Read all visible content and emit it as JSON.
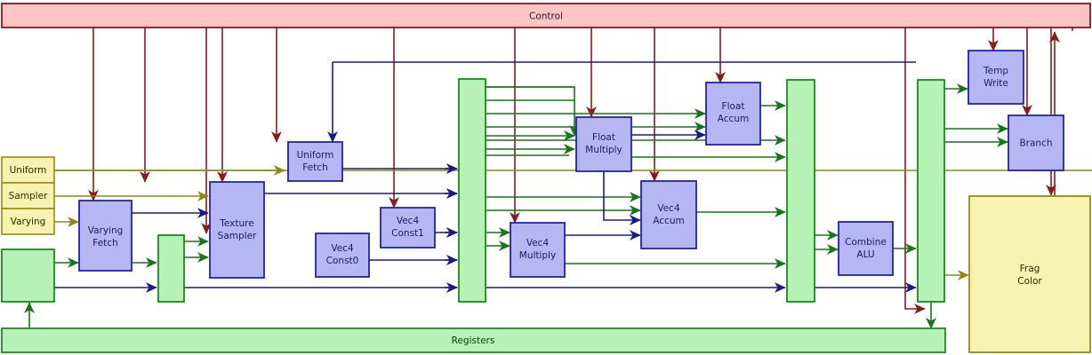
{
  "diagram": {
    "title_bar": {
      "label": "Control",
      "color": "#ffc4c4",
      "stroke": "#8b1a1a"
    },
    "registers_bar": {
      "label": "Registers",
      "color": "#b6f2b6",
      "stroke": "#1a8c1a"
    },
    "palette": {
      "blue_fill": "#b6b6f2",
      "blue_stroke": "#2222aa",
      "green_fill": "#b6f2b6",
      "green_stroke": "#1a8c1a",
      "yellow_fill": "#f6f2b0",
      "yellow_stroke": "#9a8c10",
      "red_line": "#8b1a1a",
      "green_line": "#147814",
      "blue_line": "#1a1a8b",
      "olive_line": "#8b8b10"
    },
    "inputs": [
      {
        "label": "Uniform",
        "kind": "yellow"
      },
      {
        "label": "Sampler",
        "kind": "yellow"
      },
      {
        "label": "Varying",
        "kind": "yellow"
      }
    ],
    "units": [
      {
        "id": "varying-fetch",
        "label_lines": [
          "Varying",
          "Fetch"
        ],
        "kind": "blue"
      },
      {
        "id": "texture-sampler",
        "label_lines": [
          "Texture",
          "Sampler"
        ],
        "kind": "blue"
      },
      {
        "id": "uniform-fetch",
        "label_lines": [
          "Uniform",
          "Fetch"
        ],
        "kind": "blue"
      },
      {
        "id": "vec4-const0",
        "label_lines": [
          "Vec4",
          "Const0"
        ],
        "kind": "blue"
      },
      {
        "id": "vec4-const1",
        "label_lines": [
          "Vec4",
          "Const1"
        ],
        "kind": "blue"
      },
      {
        "id": "vec4-multiply",
        "label_lines": [
          "Vec4",
          "Multiply"
        ],
        "kind": "blue"
      },
      {
        "id": "float-multiply",
        "label_lines": [
          "Float",
          "Multiply"
        ],
        "kind": "blue"
      },
      {
        "id": "float-accum",
        "label_lines": [
          "Float",
          "Accum"
        ],
        "kind": "blue"
      },
      {
        "id": "vec4-accum",
        "label_lines": [
          "Vec4",
          "Accum"
        ],
        "kind": "blue"
      },
      {
        "id": "combine-alu",
        "label_lines": [
          "Combine",
          "ALU"
        ],
        "kind": "blue"
      },
      {
        "id": "temp-write",
        "label_lines": [
          "Temp",
          "Write"
        ],
        "kind": "blue"
      },
      {
        "id": "branch",
        "label_lines": [
          "Branch"
        ],
        "kind": "blue"
      },
      {
        "id": "frag-color",
        "label_lines": [
          "Frag",
          "Color"
        ],
        "kind": "yellow"
      }
    ],
    "labels": {
      "control": "Control",
      "registers": "Registers",
      "uniform": "Uniform",
      "sampler": "Sampler",
      "varying": "Varying",
      "varying_fetch_1": "Varying",
      "varying_fetch_2": "Fetch",
      "texture_sampler_1": "Texture",
      "texture_sampler_2": "Sampler",
      "uniform_fetch_1": "Uniform",
      "uniform_fetch_2": "Fetch",
      "vec4_const0_1": "Vec4",
      "vec4_const0_2": "Const0",
      "vec4_const1_1": "Vec4",
      "vec4_const1_2": "Const1",
      "vec4_multiply_1": "Vec4",
      "vec4_multiply_2": "Multiply",
      "float_multiply_1": "Float",
      "float_multiply_2": "Multiply",
      "float_accum_1": "Float",
      "float_accum_2": "Accum",
      "vec4_accum_1": "Vec4",
      "vec4_accum_2": "Accum",
      "combine_alu_1": "Combine",
      "combine_alu_2": "ALU",
      "temp_write_1": "Temp",
      "temp_write_2": "Write",
      "branch": "Branch",
      "frag_color_1": "Frag",
      "frag_color_2": "Color"
    }
  }
}
